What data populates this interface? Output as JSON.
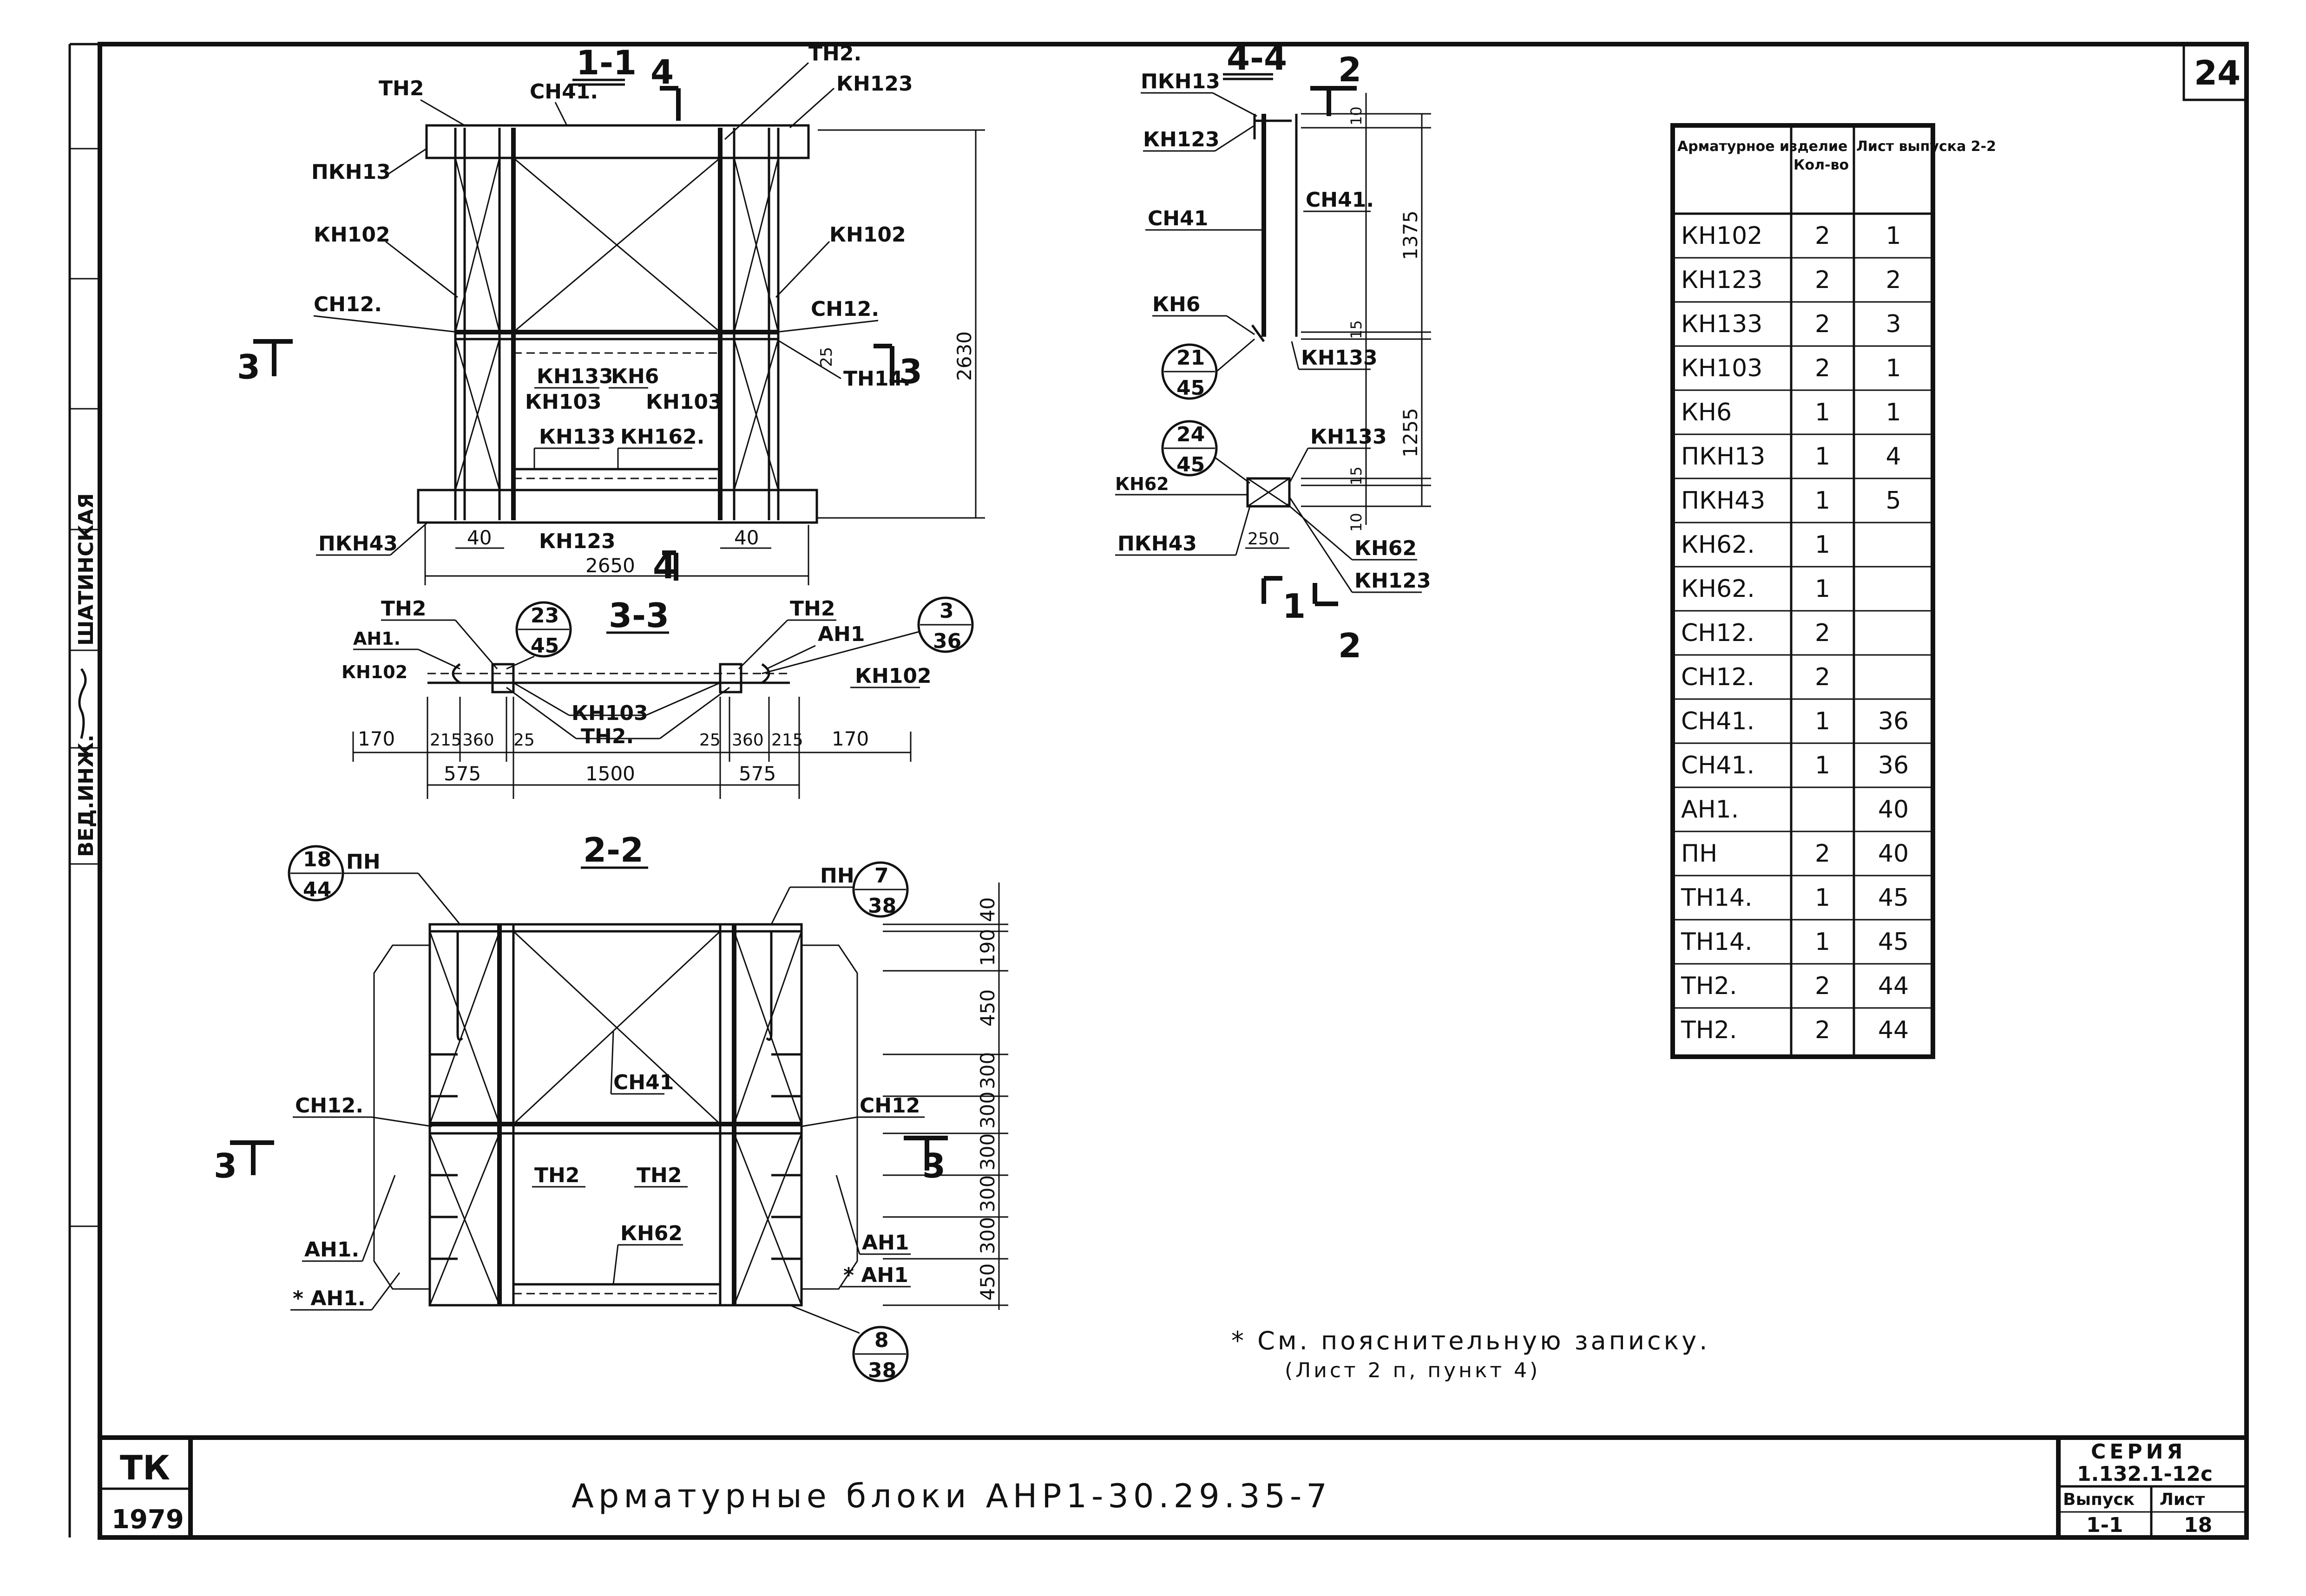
{
  "sheet": {
    "page_number": "24",
    "org": "ТК",
    "year": "1979",
    "title": "Арматурные блоки АНР1-30.29.35-7",
    "series_label": "СЕРИЯ",
    "series_value": "1.132.1-12с",
    "issue_label": "Выпуск",
    "issue_value": "1-1",
    "sheet_label": "Лист",
    "sheet_value": "18"
  },
  "side_stamp": {
    "role": "ВЕД.ИНЖ.",
    "name": "ШАТИНСКАЯ"
  },
  "note": {
    "line1": "* См. пояснительную записку.",
    "line2": "(Лист 2 п, пункт 4)"
  },
  "section_1_1": {
    "title": "1-1",
    "labels": {
      "th2_left": "ТН2",
      "ch41": "СН41.",
      "th2_top": "ТН2.",
      "kh123_top": "КН123",
      "pkh13": "ПКН13",
      "kh102_left": "КН102",
      "kh102_right": "КН102",
      "ch12_left": "СН12.",
      "ch12_right": "СН12.",
      "th14": "ТН14.",
      "kh133_a": "КН133",
      "kh6": "КН6",
      "kh103_left": "КН103",
      "kh103_right": "КН103",
      "kh133_b": "КН133",
      "kh162": "КН162.",
      "pkh43": "ПКН43",
      "kh123_bot": "КН123"
    },
    "cut_marks": {
      "three_left": "3",
      "three_right": "3",
      "four_top": "4",
      "four_bottom": "4"
    },
    "dims": {
      "height": "2630",
      "width": "2650",
      "left_40": "40",
      "right_40": "40",
      "gap_25": "25"
    }
  },
  "section_4_4": {
    "title": "4-4",
    "labels": {
      "pkh13": "ПКН13",
      "kh123_top": "КН123",
      "ch41_left": "СН41",
      "ch41_right": "СН41.",
      "kh6": "КН6",
      "kh133_mid": "КН133",
      "kh133_low": "КН133",
      "kh62_left": "КН62",
      "kh62_right": "КН62",
      "pkh43": "ПКН43",
      "kh123_bot": "КН123"
    },
    "callouts": [
      {
        "top": "21",
        "bottom": "45"
      },
      {
        "top": "24",
        "bottom": "45"
      }
    ],
    "dims": {
      "top_10": "10",
      "upper": "1375",
      "mid_15": "15",
      "lower": "1255",
      "low_15": "15",
      "bot_10": "10",
      "width": "250"
    },
    "cut_marks": {
      "one": "1",
      "two_top": "2",
      "two_bottom": "2"
    }
  },
  "section_3_3": {
    "title": "3-3",
    "labels": {
      "th2_left": "ТН2",
      "ah1_left": "АН1.",
      "kh102_left": "КН102",
      "kh103": "КН103",
      "th2_mid": "ТН2.",
      "th2_right": "ТН2",
      "ah1_right": "АН1",
      "kh102_right": "КН102"
    },
    "callouts": [
      {
        "top": "23",
        "bottom": "45"
      },
      {
        "top": "3",
        "bottom": "36"
      }
    ],
    "dims": [
      "170",
      "215",
      "360",
      "25",
      "25",
      "360",
      "215",
      "170"
    ],
    "dims2": [
      "575",
      "1500",
      "575"
    ]
  },
  "section_2_2": {
    "title": "2-2",
    "labels": {
      "ph_left": "ПН",
      "ph_right": "ПН",
      "ch12_left": "СН12.",
      "ch12_right": "СН12",
      "ch41": "СН41",
      "th2_a": "ТН2",
      "th2_b": "ТН2",
      "kh62": "КН62",
      "ah1_left": "АН1.",
      "ah1_left_star": "* АН1.",
      "ah1_right": "АН1",
      "ah1_right_star": "* АН1"
    },
    "callouts": [
      {
        "top": "18",
        "bottom": "44"
      },
      {
        "top": "7",
        "bottom": "38"
      },
      {
        "top": "8",
        "bottom": "38"
      }
    ],
    "cut_marks": {
      "three_left": "3",
      "three_right": "3"
    },
    "dims": [
      "40",
      "190",
      "450",
      "300",
      "300",
      "300",
      "300",
      "300",
      "450"
    ]
  },
  "table": {
    "headers": [
      "Арматурное изделие",
      "Кол-во",
      "Лист выпуска 2-2"
    ],
    "rows": [
      [
        "КН102",
        "2",
        "1"
      ],
      [
        "КН123",
        "2",
        "2"
      ],
      [
        "КН133",
        "2",
        "3"
      ],
      [
        "КН103",
        "2",
        "1"
      ],
      [
        "КН6",
        "1",
        "1"
      ],
      [
        "ПКН13",
        "1",
        "4"
      ],
      [
        "ПКН43",
        "1",
        "5"
      ],
      [
        "КН62.",
        "1",
        ""
      ],
      [
        "КН62.",
        "1",
        ""
      ],
      [
        "СН12.",
        "2",
        ""
      ],
      [
        "СН12.",
        "2",
        ""
      ],
      [
        "СН41.",
        "1",
        "36"
      ],
      [
        "СН41.",
        "1",
        "36"
      ],
      [
        "АН1.",
        "",
        "40"
      ],
      [
        "ПН",
        "2",
        "40"
      ],
      [
        "ТН14.",
        "1",
        "45"
      ],
      [
        "ТН14.",
        "1",
        "45"
      ],
      [
        "ТН2.",
        "2",
        "44"
      ],
      [
        "ТН2.",
        "2",
        "44"
      ]
    ]
  }
}
